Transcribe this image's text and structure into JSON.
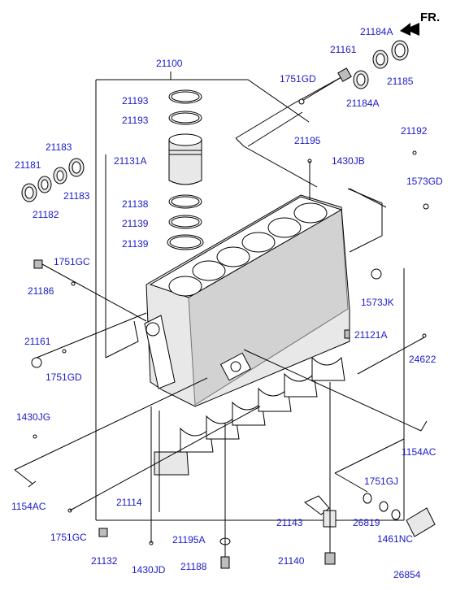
{
  "header": {
    "fr_label": "FR."
  },
  "labels": {
    "l21100": "21100",
    "l21193a": "21193",
    "l21193b": "21193",
    "l21131A": "21131A",
    "l21138": "21138",
    "l21139a": "21139",
    "l21139b": "21139",
    "l21181": "21181",
    "l21183a": "21183",
    "l21182": "21182",
    "l21183b": "21183",
    "l1751GC_top": "1751GC",
    "l21186": "21186",
    "l21161_left": "21161",
    "l1751GD_left": "1751GD",
    "l1430JG": "1430JG",
    "l1154AC_left": "1154AC",
    "l1751GC_bottom": "1751GC",
    "l21132": "21132",
    "l21114": "21114",
    "l1430JD": "1430JD",
    "l21195A": "21195A",
    "l21188": "21188",
    "l21143": "21143",
    "l21140": "21140",
    "l26819": "26819",
    "l1751GJ": "1751GJ",
    "l1461NC": "1461NC",
    "l26854": "26854",
    "l1154AC_right": "1154AC",
    "l24622": "24622",
    "l21121A": "21121A",
    "l1573JK": "1573JK",
    "l1573GD": "1573GD",
    "l21192": "21192",
    "l21195": "21195",
    "l1430JB": "1430JB",
    "l1751GD_top": "1751GD",
    "l21161_top": "21161",
    "l21184A_top": "21184A",
    "l21184A_mid": "21184A",
    "l21185": "21185"
  }
}
